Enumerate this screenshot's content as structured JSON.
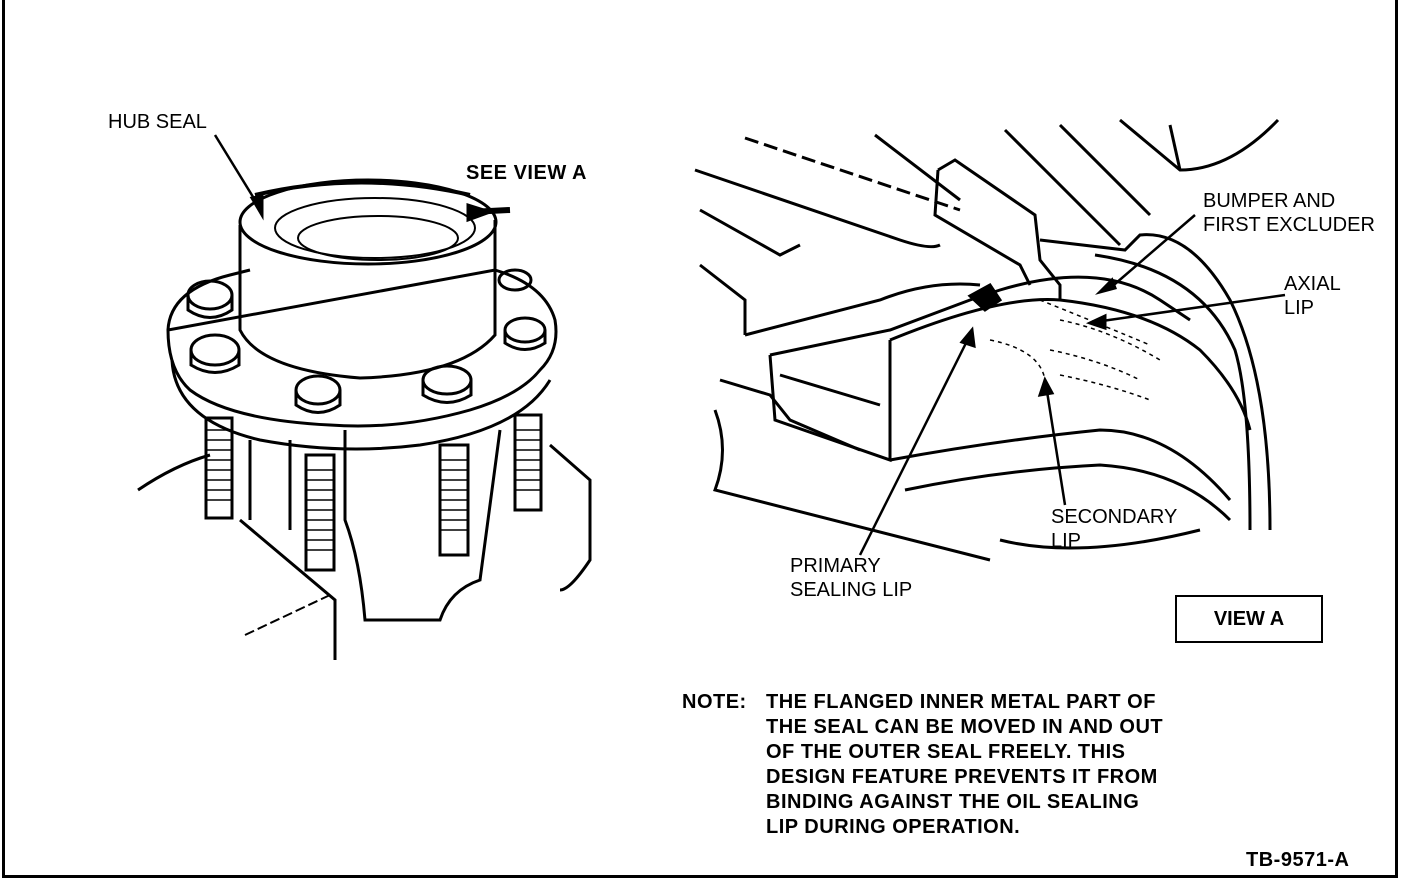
{
  "labels": {
    "hub_seal": "HUB SEAL",
    "see_view_a": "SEE VIEW A",
    "bumper_line1": "BUMPER AND",
    "bumper_line2": "FIRST EXCLUDER",
    "axial_line1": "AXIAL",
    "axial_line2": "LIP",
    "secondary_line1": "SECONDARY",
    "secondary_line2": "LIP",
    "primary_line1": "PRIMARY",
    "primary_line2": "SEALING LIP",
    "view_a": "VIEW A"
  },
  "note": {
    "head": "NOTE:",
    "lines": [
      "THE FLANGED INNER METAL PART OF",
      "THE SEAL CAN BE MOVED IN AND OUT",
      "OF THE OUTER SEAL FREELY. THIS",
      "DESIGN FEATURE PREVENTS IT FROM",
      "BINDING AGAINST THE OIL SEALING",
      "LIP DURING OPERATION."
    ]
  },
  "figure_id": "TB-9571-A"
}
